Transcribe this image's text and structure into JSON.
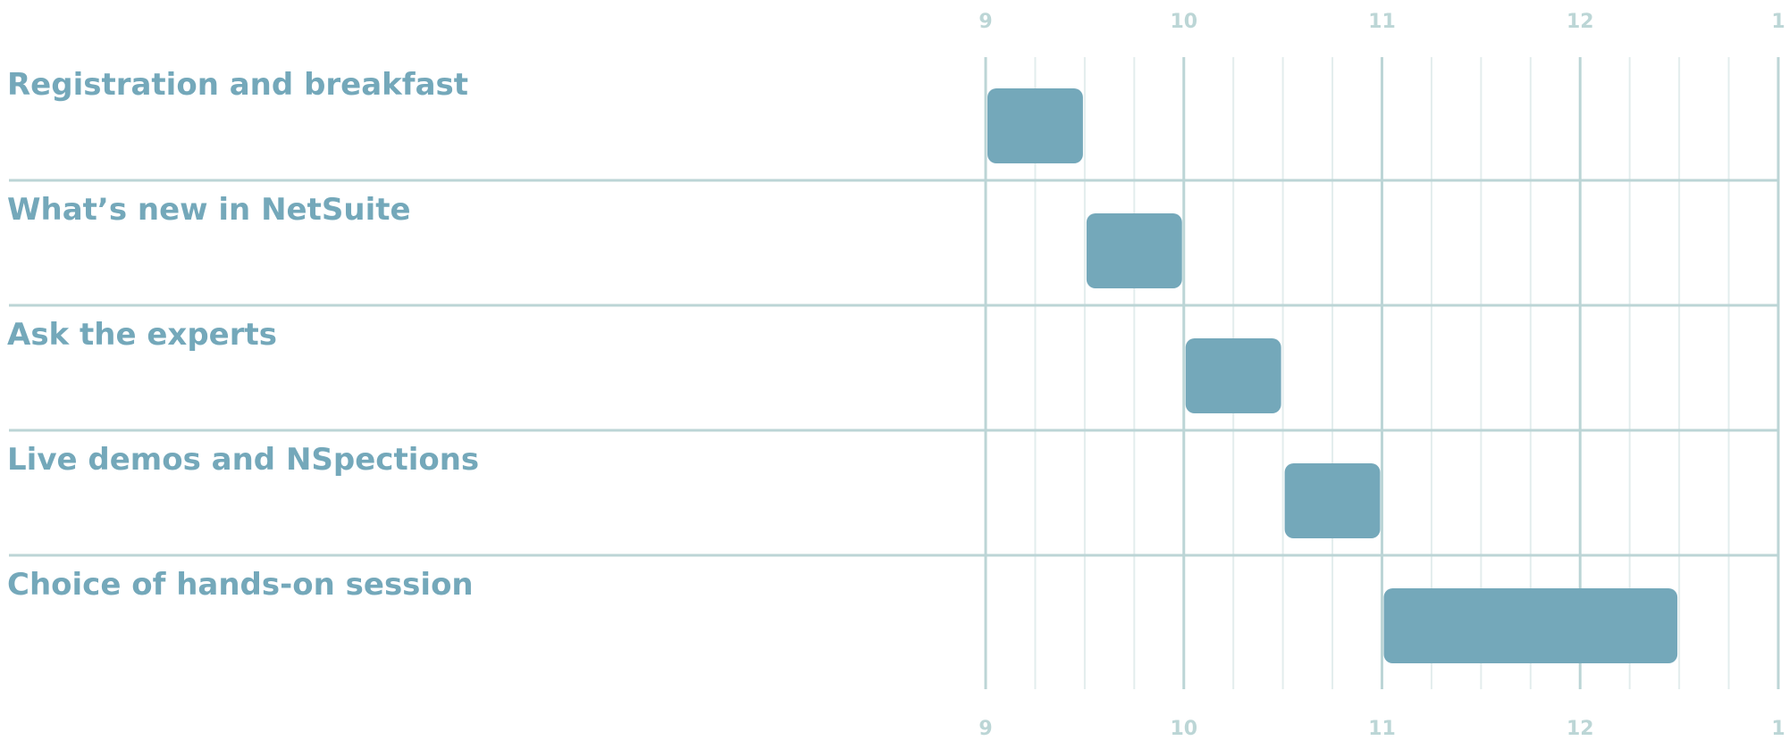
{
  "chart_data": {
    "type": "gantt",
    "tasks": [
      {
        "label": "Registration and breakfast",
        "start": 9.0,
        "end": 9.5
      },
      {
        "label": "What’s new in NetSuite",
        "start": 9.5,
        "end": 10.0
      },
      {
        "label": "Ask the experts",
        "start": 10.0,
        "end": 10.5
      },
      {
        "label": "Live demos and NSpections",
        "start": 10.5,
        "end": 11.0
      },
      {
        "label": "Choice of hands-on session",
        "start": 11.0,
        "end": 12.5
      }
    ],
    "x_ticks": [
      {
        "value": 9,
        "label": "9"
      },
      {
        "value": 10,
        "label": "10"
      },
      {
        "value": 11,
        "label": "11"
      },
      {
        "value": 12,
        "label": "12"
      },
      {
        "value": 13,
        "label": "1"
      }
    ],
    "xlim": [
      9,
      13
    ],
    "minor_step": 0.25,
    "tick_labels_position": "top and bottom",
    "grid": true,
    "colors": {
      "bar": "#74a8ba",
      "label": "#74a8ba",
      "tick": "#bcd6d6",
      "grid_major": "#bcd5d6",
      "grid_minor": "#e3eded"
    }
  }
}
